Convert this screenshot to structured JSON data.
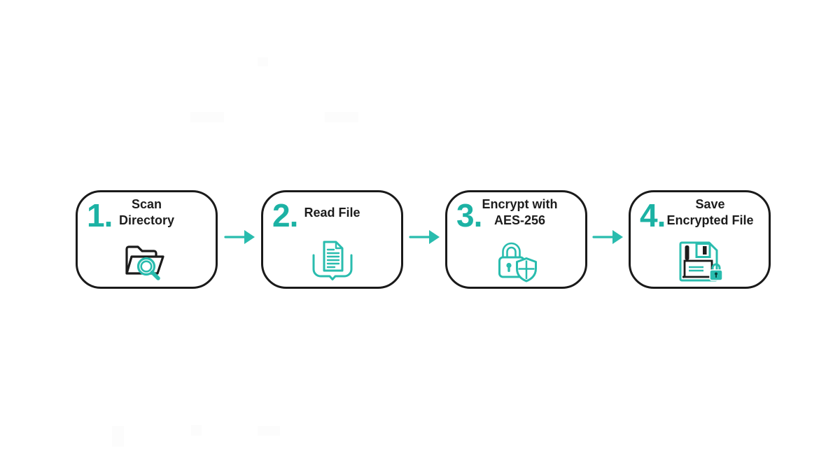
{
  "colors": {
    "teal_icon": "#29bcae",
    "teal_number": "#1cb2a4",
    "ink": "#1c1c1c",
    "box_border": "#1a1a1a",
    "background": "#ffffff",
    "lock_keyhole_dark": "#073f3a"
  },
  "diagram": {
    "type": "process-flow",
    "connector": "right-arrow",
    "steps": [
      {
        "number": "1.",
        "lines": [
          "Scan",
          "Directory"
        ],
        "icon": "folder-search-icon"
      },
      {
        "number": "2.",
        "lines": [
          "Read File"
        ],
        "icon": "open-book-document-icon"
      },
      {
        "number": "3.",
        "lines": [
          "Encrypt with",
          "AES-256"
        ],
        "icon": "padlock-shield-icon"
      },
      {
        "number": "4.",
        "lines": [
          "Save",
          "Encrypted File"
        ],
        "icon": "floppy-disk-lock-icon"
      }
    ]
  }
}
